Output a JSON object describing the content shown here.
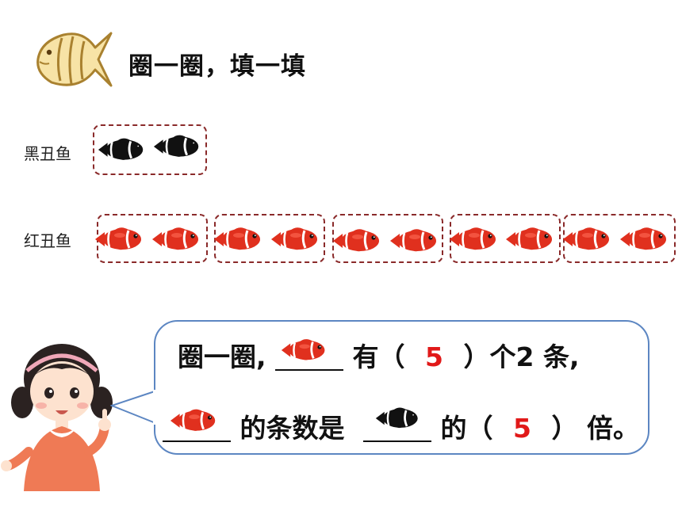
{
  "title": "圈一圈，填一填",
  "rows": {
    "black_label": "黑丑鱼",
    "red_label": "红丑鱼"
  },
  "bubble": {
    "line1_prefix": "圈一圈,",
    "line1_has": "有（",
    "line1_answer": "5",
    "line1_suffix": "）个2 条,",
    "line2_mid": "的条数是",
    "line2_of": "的（",
    "line2_answer": "5",
    "line2_suffix": "） 倍。"
  },
  "colors": {
    "red_fish": "#e0301e",
    "black_fish": "#111111",
    "box_border": "#8a2a2a",
    "bubble_border": "#5c86c2",
    "answer": "#e11919"
  },
  "icons": {
    "header": "angelfish-icon",
    "black": "black-clownfish-icon",
    "red": "red-clownfish-icon"
  }
}
